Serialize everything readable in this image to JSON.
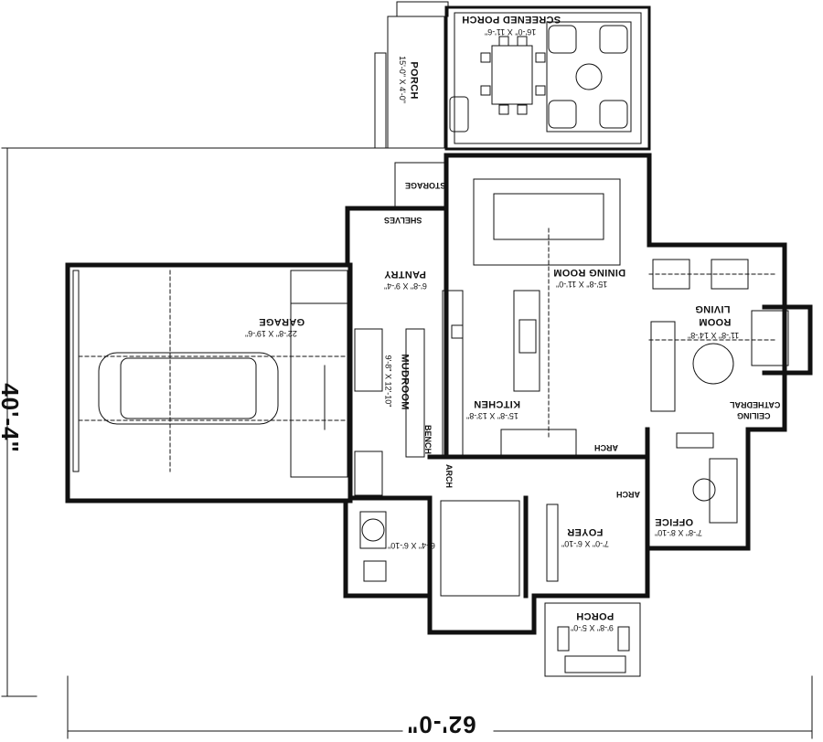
{
  "overall": {
    "width": "62'-0\"",
    "depth": "40'-4\""
  },
  "rooms": {
    "screened_porch": {
      "name": "SCREENED PORCH",
      "size": "16'-0\" X 11'-6\""
    },
    "rear_porch": {
      "name": "PORCH",
      "size": "15'-0\" X 4'-0\""
    },
    "storage": {
      "name": "STORAGE"
    },
    "shelves": {
      "name": "SHELVES"
    },
    "dining": {
      "name": "DINING ROOM",
      "size": "15'-8\" X 11'-0\""
    },
    "pantry": {
      "name": "PANTRY",
      "size": "6'-8\" X 9'-4\""
    },
    "garage": {
      "name": "GARAGE",
      "size": "22'-8\" X 19'-6\""
    },
    "living": {
      "name1": "LIVING",
      "name2": "ROOM",
      "size": "11'-8\" X 14'-8\""
    },
    "mudroom": {
      "name": "MUDROOM",
      "size": "9'-8\" X 12'-10\""
    },
    "kitchen": {
      "name": "KITCHEN",
      "size": "15'-8\" X 13'-8\""
    },
    "bench": {
      "name": "BENCH"
    },
    "cathedral": {
      "line1": "CATHEDRAL",
      "line2": "CEILING"
    },
    "arch1": {
      "name": "ARCH"
    },
    "arch2": {
      "name": "ARCH"
    },
    "arch3": {
      "name": "ARCH"
    },
    "office": {
      "name": "OFFICE",
      "size": "7'-8\" X 8'-10\""
    },
    "foyer": {
      "name": "FOYER",
      "size": "7'-0\" X 6'-10\""
    },
    "bath": {
      "size": "6'-4\" X 6'-10\""
    },
    "front_porch": {
      "name": "PORCH",
      "size": "9'-8\" X 5'-0\""
    }
  }
}
